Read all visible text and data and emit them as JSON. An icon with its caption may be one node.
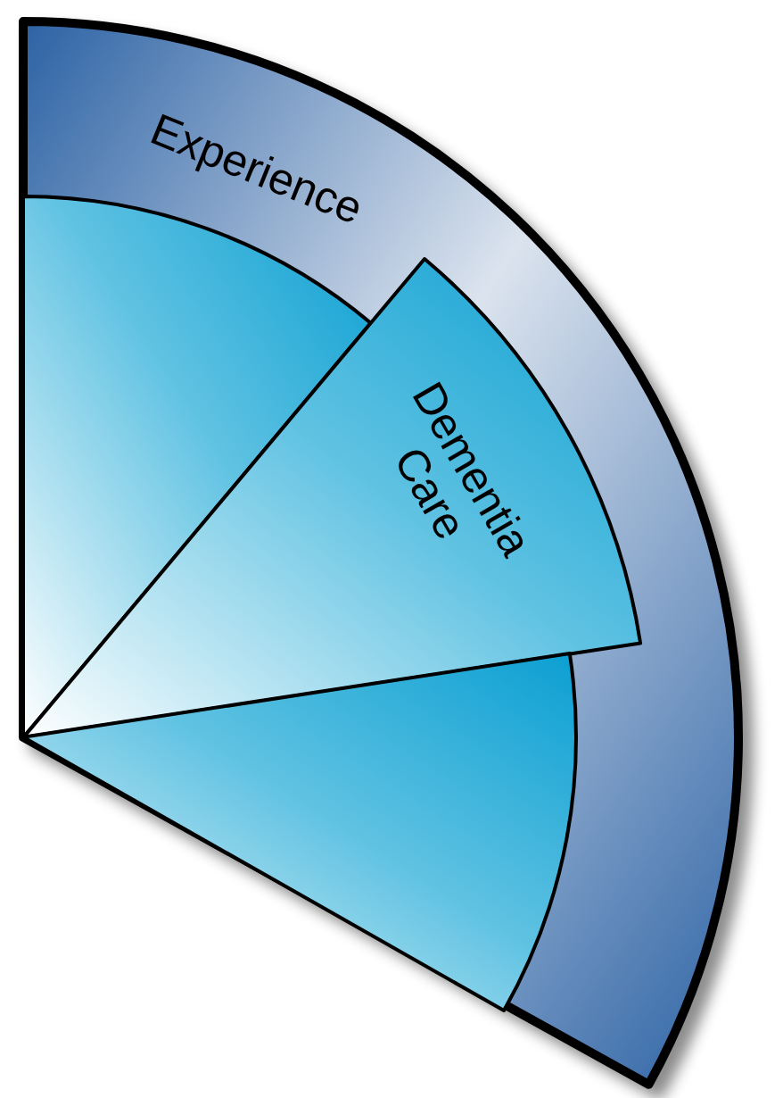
{
  "diagram": {
    "nodes": [
      {
        "text": [
          "Experience"
        ]
      },
      {
        "text": [],
        "shape": "sector",
        "in": 0
      },
      {
        "text": [
          "Dementia Care"
        ],
        "in": 0
      },
      {
        "text": [],
        "shape": "sector",
        "in": 0
      }
    ]
  }
}
